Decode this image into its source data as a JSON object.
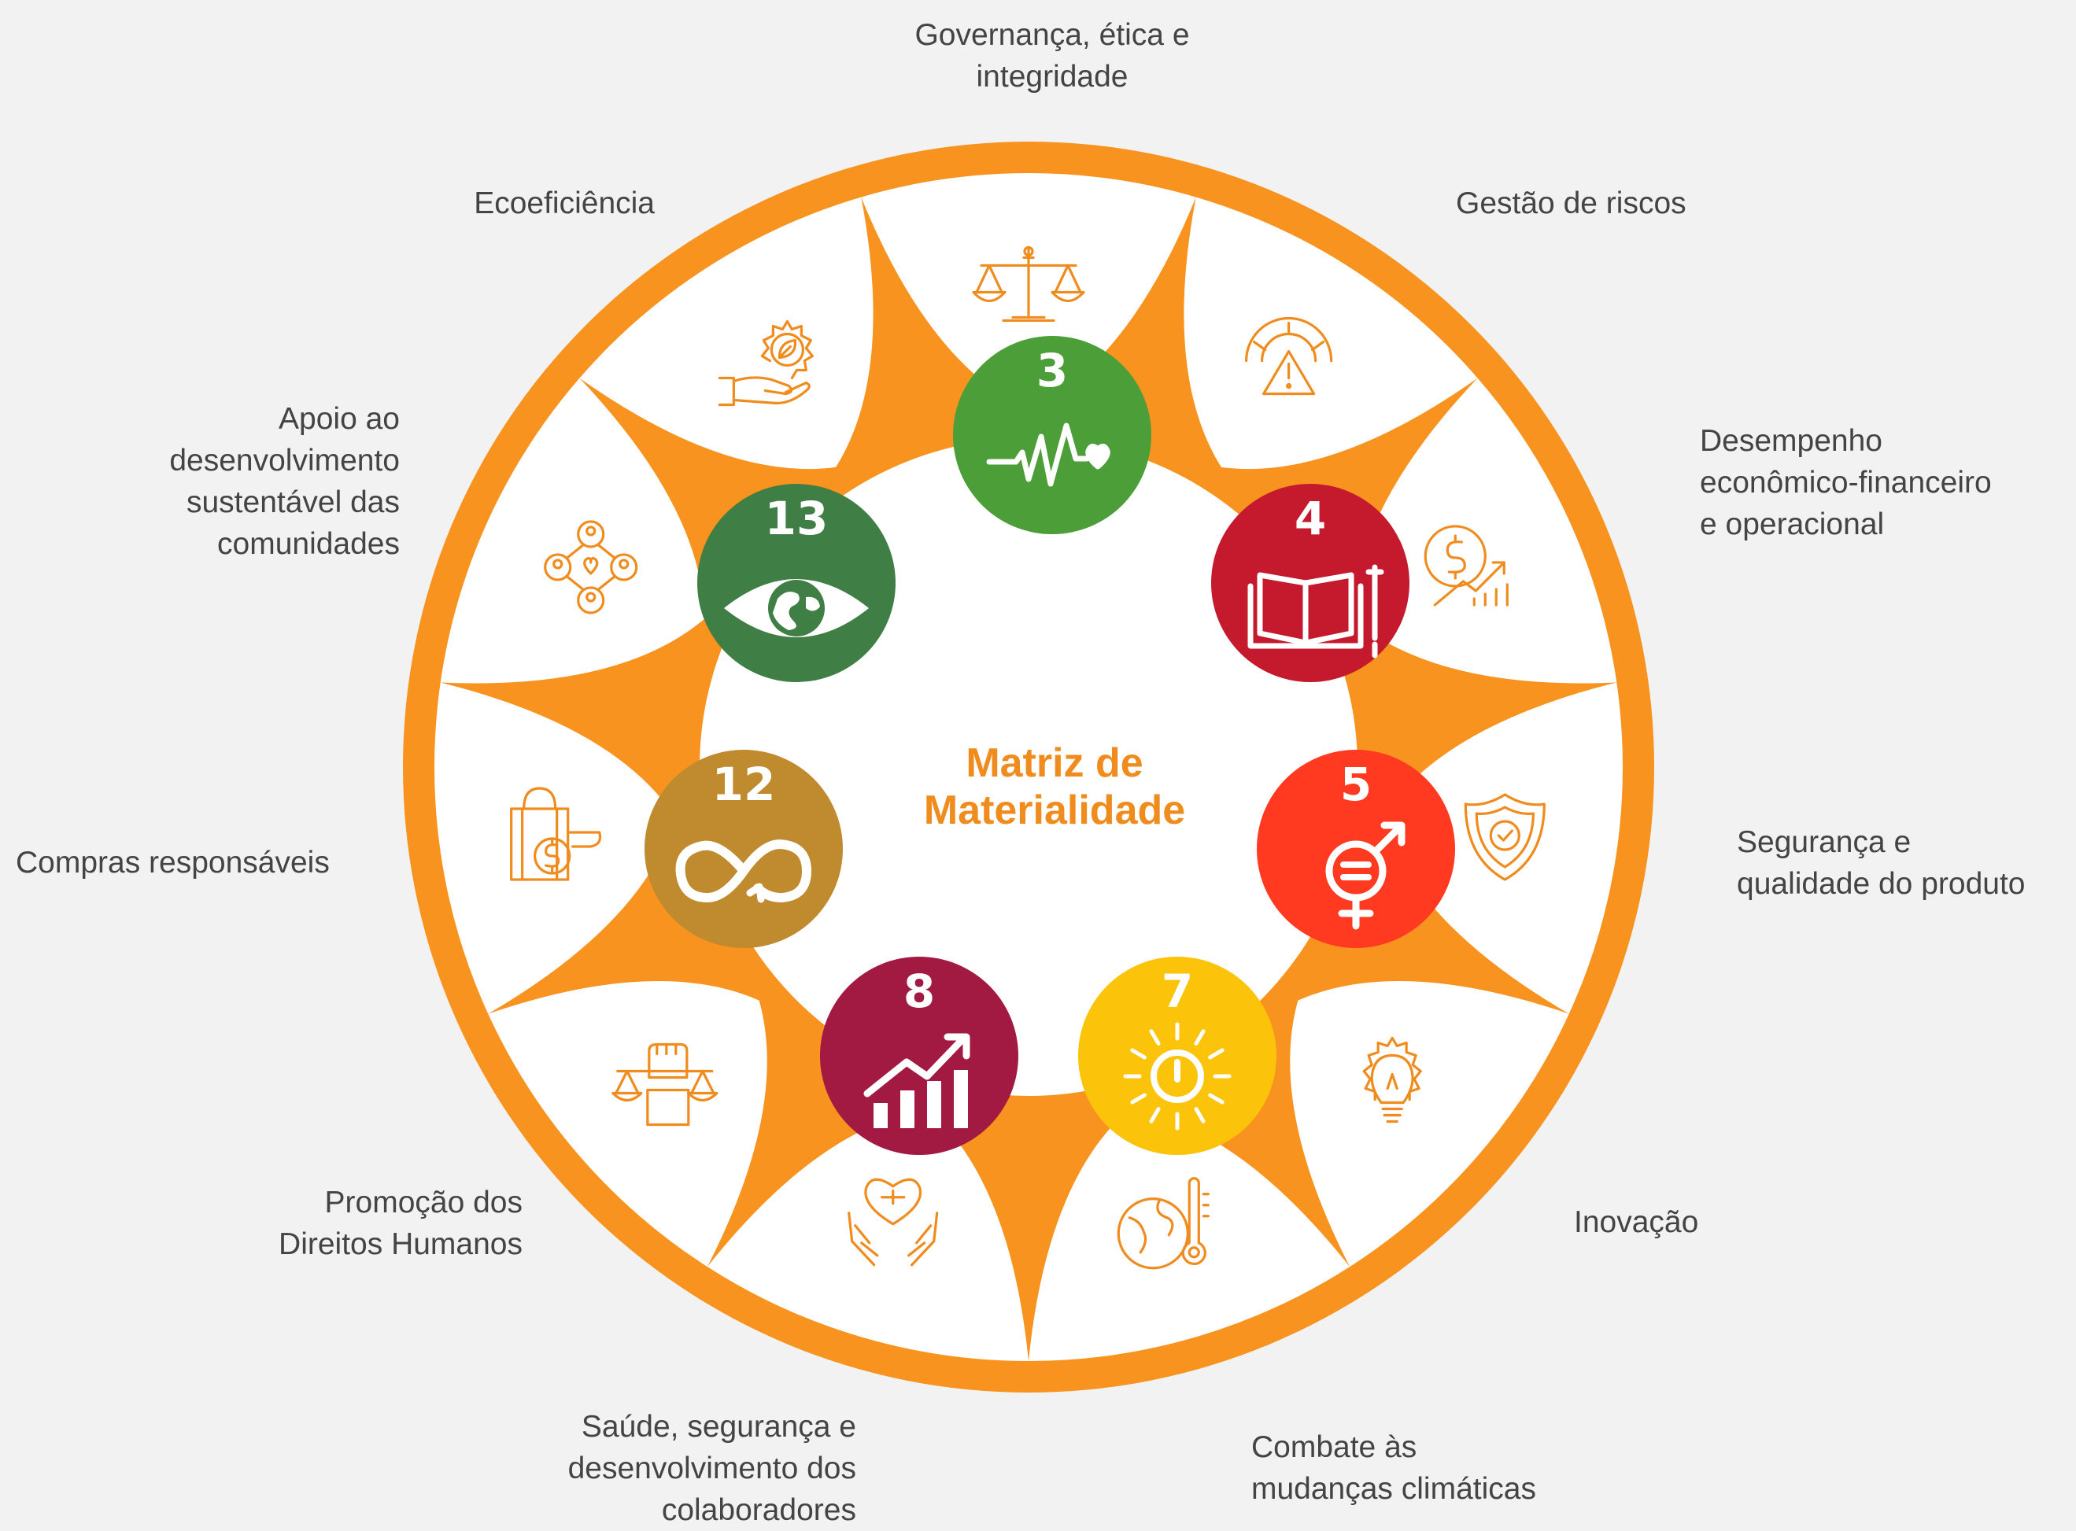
{
  "center_title": "Matriz de\nMaterialidade",
  "colors": {
    "orange": "#f7931e",
    "background": "#f2f2f2",
    "white": "#ffffff",
    "icon_orange": "#f08c1e",
    "title_orange": "#f08c1e"
  },
  "topics": [
    {
      "label": "Governança, ética e\nintegridade",
      "icon": "scales-of-justice-icon"
    },
    {
      "label": "Gestão de riscos",
      "icon": "risk-gauge-warning-icon"
    },
    {
      "label": "Desempenho\neconômico-financeiro\ne operacional",
      "icon": "dollar-growth-chart-icon"
    },
    {
      "label": "Segurança e\nqualidade do produto",
      "icon": "shield-check-icon"
    },
    {
      "label": "Inovação",
      "icon": "lightbulb-gear-icon"
    },
    {
      "label": "Combate às\nmudanças climáticas",
      "icon": "globe-thermometer-icon"
    },
    {
      "label": "Saúde, segurança e\ndesenvolvimento dos\ncolaboradores",
      "icon": "hands-heart-cross-icon"
    },
    {
      "label": "Promoção dos\nDireitos Humanos",
      "icon": "fist-scales-icon"
    },
    {
      "label": "Compras responsáveis",
      "icon": "shopping-bag-money-icon"
    },
    {
      "label": "Apoio ao\ndesenvolvimento\nsustentável das\ncomunidades",
      "icon": "community-network-icon"
    },
    {
      "label": "Ecoeficiência",
      "icon": "leaf-gear-hand-icon"
    }
  ],
  "sdgs": [
    {
      "number": "3",
      "color": "#4c9f38",
      "icon": "heartbeat-icon"
    },
    {
      "number": "4",
      "color": "#c5192d",
      "icon": "book-pencil-icon"
    },
    {
      "number": "5",
      "color": "#ff3a21",
      "icon": "gender-equality-icon"
    },
    {
      "number": "7",
      "color": "#fcc30b",
      "icon": "power-sun-icon"
    },
    {
      "number": "8",
      "color": "#a21942",
      "icon": "growth-bars-icon"
    },
    {
      "number": "12",
      "color": "#bf8b2e",
      "icon": "infinity-icon"
    },
    {
      "number": "13",
      "color": "#3f7e44",
      "icon": "eye-globe-icon"
    }
  ]
}
